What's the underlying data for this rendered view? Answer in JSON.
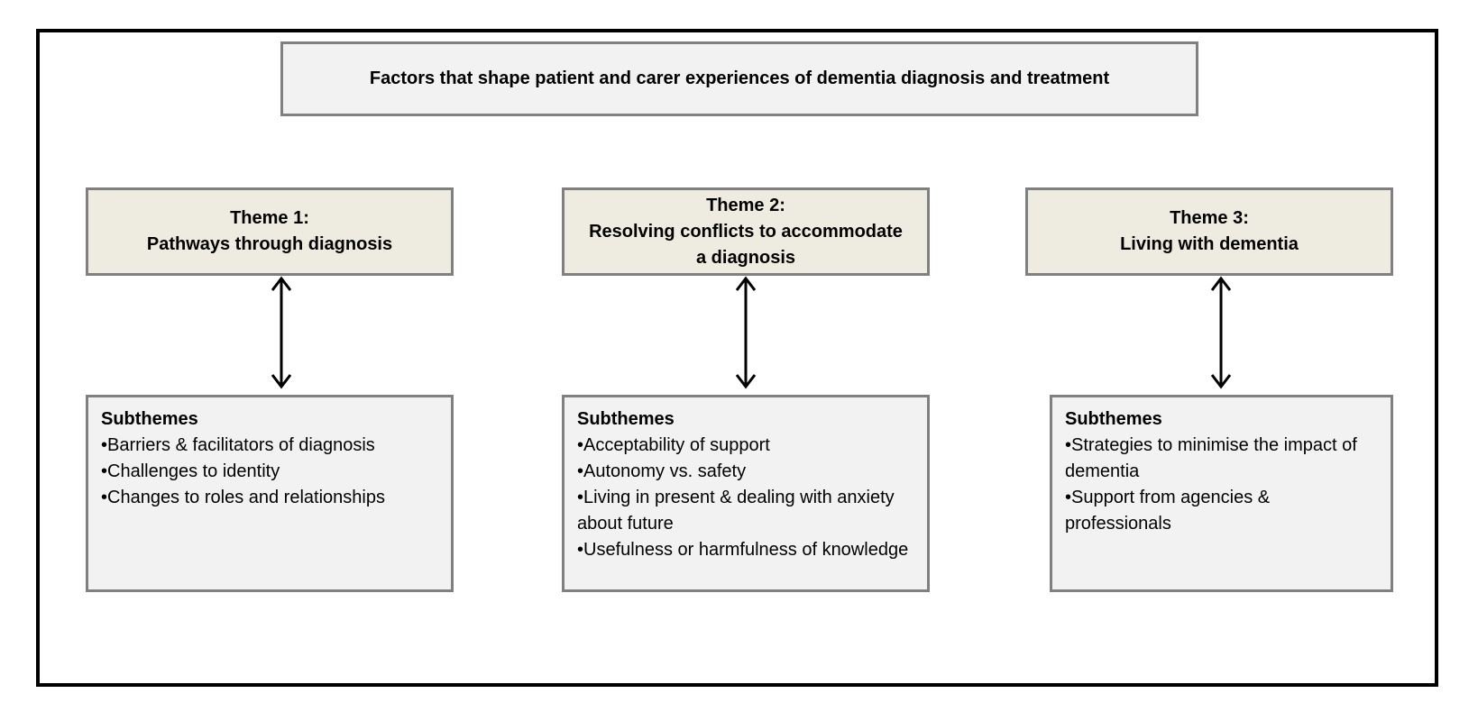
{
  "title": "Factors that shape patient and carer experiences of dementia diagnosis and treatment",
  "themes": [
    {
      "label": "Theme 1:",
      "name_lines": [
        "Pathways through diagnosis"
      ],
      "subthemes_heading": "Subthemes",
      "subthemes": [
        "•Barriers & facilitators of diagnosis",
        "•Challenges to identity",
        "•Changes to roles and relationships"
      ]
    },
    {
      "label": "Theme 2:",
      "name_lines": [
        "Resolving conflicts to accommodate",
        "a diagnosis"
      ],
      "subthemes_heading": "Subthemes",
      "subthemes": [
        "•Acceptability of support",
        "•Autonomy vs. safety",
        "•Living in present & dealing with anxiety about future",
        "•Usefulness or harmfulness of knowledge"
      ]
    },
    {
      "label": "Theme 3:",
      "name_lines": [
        "Living with dementia"
      ],
      "subthemes_heading": "Subthemes",
      "subthemes": [
        "•Strategies to minimise the impact of dementia",
        "•Support from agencies & professionals"
      ]
    }
  ]
}
